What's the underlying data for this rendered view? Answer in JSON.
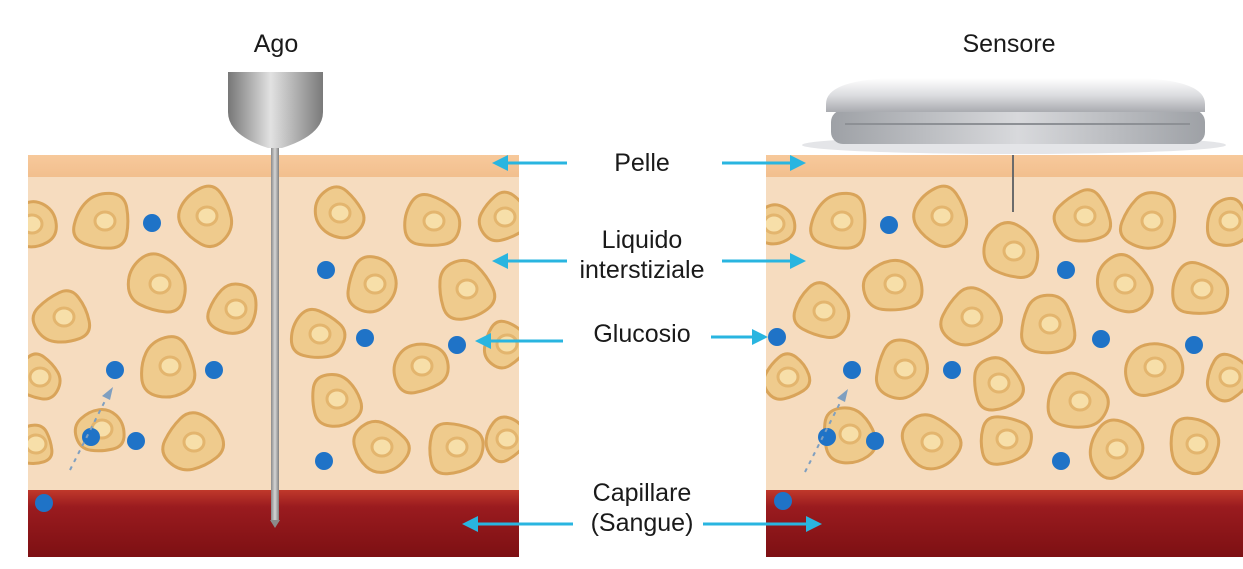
{
  "labels": {
    "needle": "Ago",
    "sensor": "Sensore",
    "skin": "Pelle",
    "interstitial_line1": "Liquido",
    "interstitial_line2": "interstiziale",
    "glucose": "Glucosio",
    "capillary_line1": "Capillare",
    "capillary_line2": "(Sangue)"
  },
  "colors": {
    "skin": "#f4c596",
    "tissue": "#f6dcbf",
    "cell_fill": "#efcb8d",
    "cell_border": "#d9a45a",
    "nucleus": "#e3b56e",
    "glucose": "#1f73c7",
    "capillary": "#951b1e",
    "arrow": "#29b5e0",
    "needle": "#8e8e8e",
    "sensor": "#d6d7da"
  },
  "icons": [
    "needle-icon",
    "sensor-icon",
    "glucose-molecule-icon",
    "cell-icon",
    "arrow-icon"
  ]
}
